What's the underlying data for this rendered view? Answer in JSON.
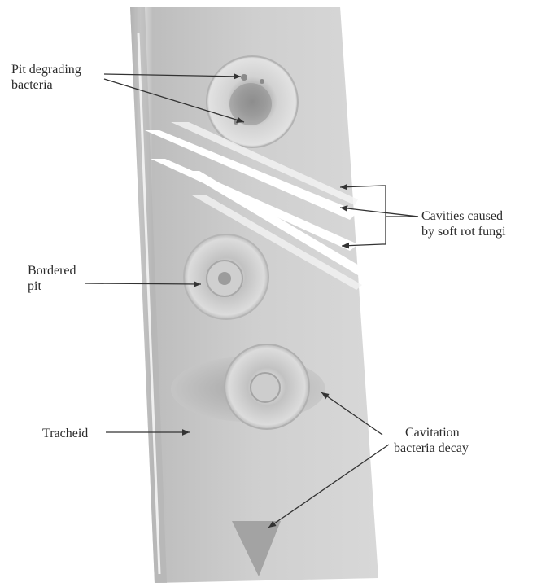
{
  "labels": {
    "pit_degrading": [
      "Pit degrading",
      "bacteria"
    ],
    "cavities": [
      "Cavities caused",
      "by soft rot fungi"
    ],
    "bordered_pit": [
      "Bordered",
      "pit"
    ],
    "tracheid": "Tracheid",
    "cavitation": [
      "Cavitation",
      "bacteria decay"
    ]
  },
  "colors": {
    "tracheid_wall": "#c9c9c9",
    "tracheid_edge": "#9e9e9e",
    "cavity": "#ffffff",
    "arrow": "#333333",
    "text": "#2a2a2a"
  }
}
